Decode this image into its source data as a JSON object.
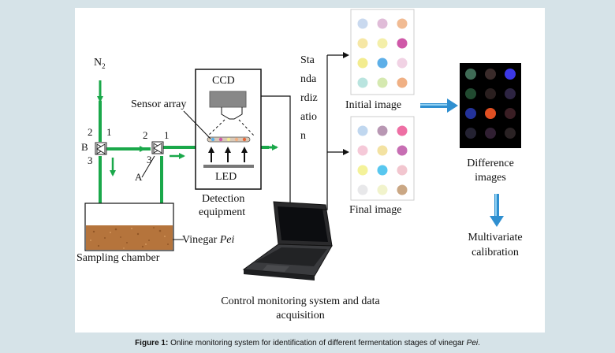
{
  "labels": {
    "n2": "N",
    "n2_sub": "2",
    "sensor_array": "Sensor array",
    "valve_b": "B",
    "valve_a": "A",
    "port_b2": "2",
    "port_b1": "1",
    "port_b3": "3",
    "port_a2": "2",
    "port_a1": "1",
    "port_a3": "3",
    "ccd": "CCD",
    "led": "LED",
    "detection_line1": "Detection",
    "detection_line2": "equipment",
    "vinegar_prefix": "Vinegar ",
    "vinegar_italic": "Pei",
    "sampling_chamber": "Sampling chamber",
    "standardization_lines": [
      "Sta",
      "nda",
      "rdiz",
      "atio",
      "n"
    ],
    "initial_image": "Initial image",
    "final_image": "Final image",
    "difference_line1": "Difference",
    "difference_line2": "images",
    "multivariate_line1": "Multivariate",
    "multivariate_line2": "calibration",
    "control_line1": "Control monitoring system and data",
    "control_line2": "acquisition"
  },
  "caption": {
    "bold": "Figure 1:",
    "text": " Online monitoring system for identification of different fermentation stages of vinegar ",
    "italic": "Pei",
    "end": "."
  },
  "colors": {
    "pipe_green": "#1aa84a",
    "arrow_blue": "#2f8fd0",
    "soil": "#b5743c",
    "background": "#d6e3e8"
  },
  "initial_dots": [
    "#c9d9ef",
    "#e0bcd8",
    "#f1bb93",
    "#f6e7a5",
    "#f4efa9",
    "#cf58a8",
    "#f3ec8f",
    "#5dafe8",
    "#f1d2e4",
    "#b9e4df",
    "#d5e9b0",
    "#f0b084"
  ],
  "final_dots": [
    "#c0d7ef",
    "#b897b3",
    "#ee6fa4",
    "#f5c9d8",
    "#f3e2a2",
    "#c76eb3",
    "#f4f29a",
    "#58c7ef",
    "#f2c6cf",
    "#e8e8ea",
    "#f1f3cc",
    "#caa784"
  ],
  "difference_dots": [
    "#3f6b55",
    "#3a2b2a",
    "#3c38e6",
    "#214a30",
    "#2a1f1f",
    "#2d2442",
    "#23329a",
    "#e04f22",
    "#3a1e24",
    "#242232",
    "#301f32",
    "#2a2224"
  ]
}
